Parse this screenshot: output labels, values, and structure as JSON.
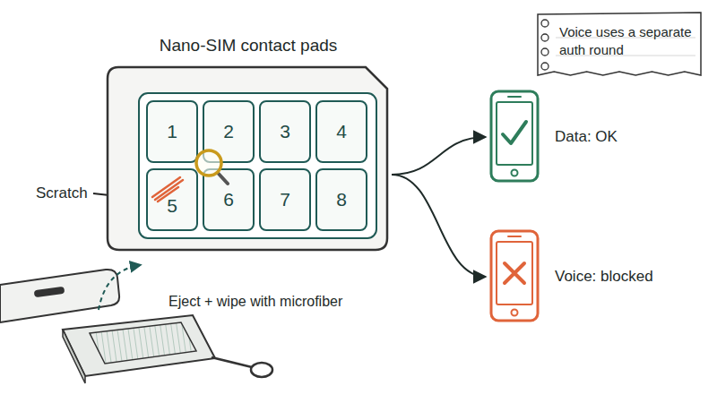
{
  "diagram": {
    "nodes": [
      {
        "text": [
          "Nano-SIM contact pads"
        ]
      },
      {
        "text": [
          "1"
        ],
        "in": 0
      },
      {
        "text": [
          "2"
        ],
        "in": 0
      },
      {
        "text": [
          "3"
        ],
        "in": 0
      },
      {
        "text": [
          "4"
        ],
        "in": 0
      },
      {
        "text": [
          "5"
        ],
        "in": 0
      },
      {
        "text": [
          "6"
        ],
        "in": 0
      },
      {
        "text": [
          "7"
        ],
        "in": 0
      },
      {
        "text": [
          "8"
        ],
        "in": 0
      },
      {
        "text": [
          "Data: OK"
        ]
      },
      {
        "text": [
          "Voice: blocked"
        ]
      },
      {
        "text": [
          "Voice uses a separate auth round"
        ]
      }
    ],
    "edges": [
      {
        "from": 0,
        "to": 9,
        "arrow": "to"
      },
      {
        "from": 0,
        "to": 10,
        "arrow": "to"
      }
    ],
    "labels": [
      "Scratch",
      "Eject + wipe with microfiber"
    ]
  }
}
